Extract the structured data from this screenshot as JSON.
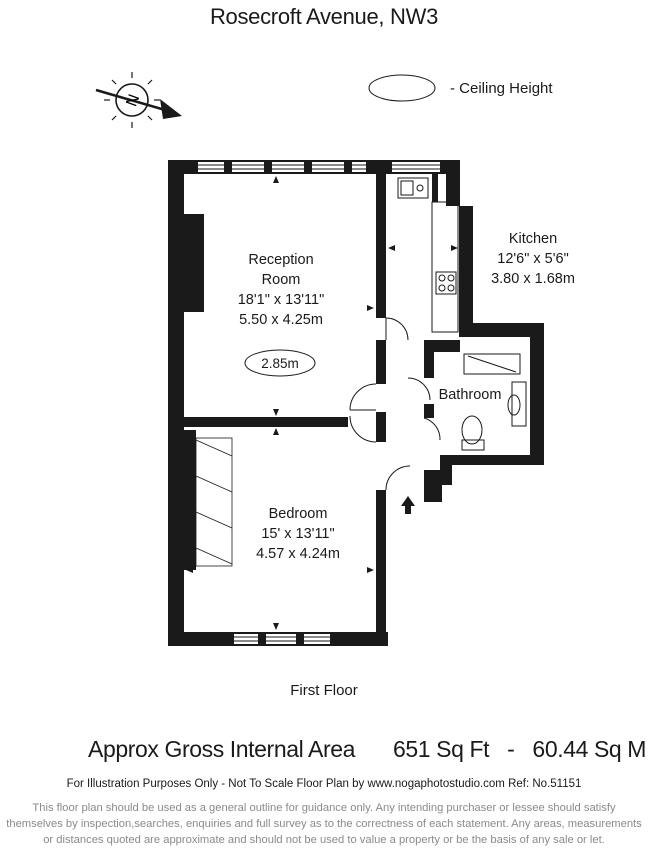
{
  "title": "Rosecroft Avenue, NW3",
  "compass": {
    "letter": "N"
  },
  "legend": {
    "label": "- Ceiling Height"
  },
  "rooms": [
    {
      "id": "reception",
      "lines": [
        "Reception",
        "Room",
        "18'1\" x 13'11\"",
        "5.50 x 4.25m"
      ]
    },
    {
      "id": "kitchen",
      "lines": [
        "Kitchen",
        "12'6\" x 5'6\"",
        "3.80 x 1.68m"
      ]
    },
    {
      "id": "bathroom",
      "lines": [
        "Bathroom"
      ]
    },
    {
      "id": "bedroom",
      "lines": [
        "Bedroom",
        "15' x 13'11\"",
        "4.57 x 4.24m"
      ]
    }
  ],
  "ceiling_height": "2.85m",
  "floor_label": "First Floor",
  "area": {
    "label": "Approx Gross Internal Area",
    "sqft": "651 Sq Ft",
    "separator": "-",
    "sqm": "60.44 Sq M"
  },
  "subline": "For Illustration Purposes Only - Not To Scale  Floor Plan by www.nogaphotostudio.com  Ref: No.51151",
  "disclaimer": [
    "This floor plan should be used as a general outline for guidance only. Any intending purchaser or lessee should satisfy",
    "themselves by inspection,searches, enquiries and full survey as to the correctness of each statement. Any areas, measurements",
    "or distances quoted are approximate and should not be used to value a property or be the basis of any sale or let."
  ]
}
